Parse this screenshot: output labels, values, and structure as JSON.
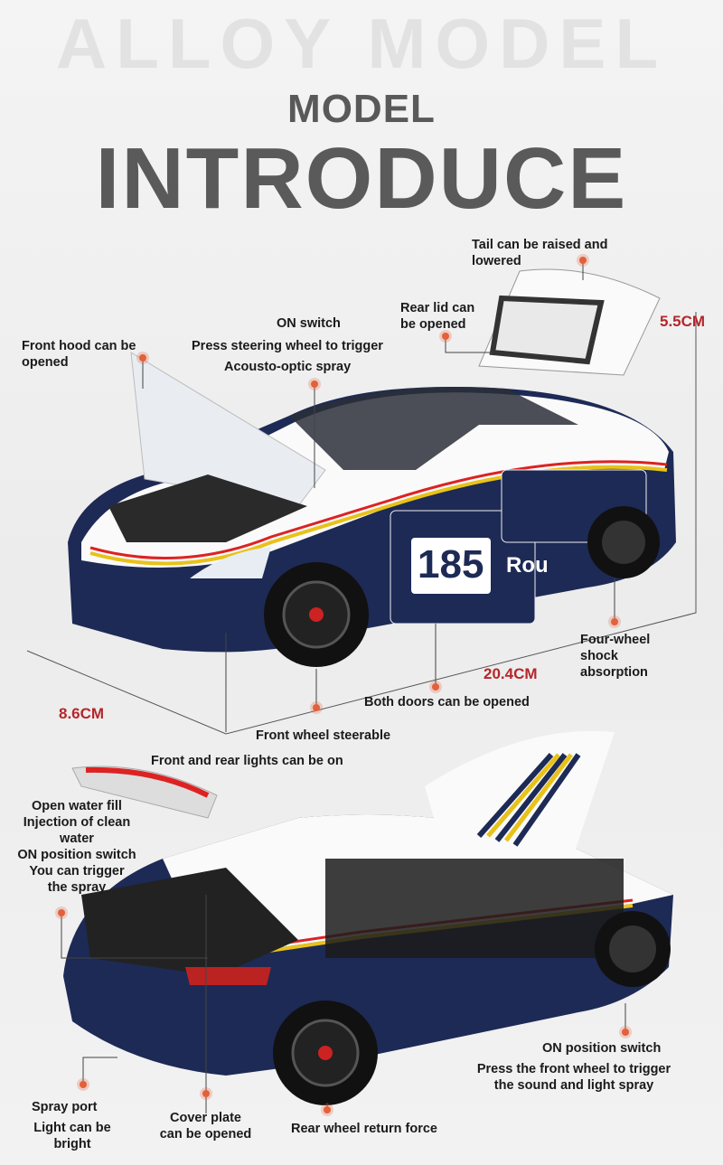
{
  "watermark": "ALLOY MODEL",
  "title_small": "MODEL",
  "title_large": "INTRODUCE",
  "car_number": "185",
  "car_text": "Rou",
  "dimensions": {
    "height": "5.5CM",
    "length": "20.4CM",
    "width": "8.6CM"
  },
  "top_labels": {
    "tail": [
      "Tail can be raised and",
      "lowered"
    ],
    "rear_lid": [
      "Rear lid can",
      "be opened"
    ],
    "on_switch": "ON switch",
    "press_wheel": "Press steering wheel to trigger",
    "acousto": "Acousto-optic spray",
    "front_hood": [
      "Front hood can be",
      "opened"
    ],
    "four_wheel": [
      "Four-wheel",
      "shock",
      "absorption"
    ],
    "doors": "Both doors can be opened",
    "front_wheel": "Front wheel steerable",
    "lights": "Front and rear lights can be on"
  },
  "bottom_labels": {
    "water": [
      "Open water fill",
      "Injection of clean",
      "water",
      "ON position switch",
      "You can trigger",
      "the spray"
    ],
    "on_pos": "ON position switch",
    "press_front": [
      "Press the front wheel to trigger",
      "the sound and light spray"
    ],
    "spray_port": "Spray port",
    "light_bright": [
      "Light can be",
      "bright"
    ],
    "cover": [
      "Cover plate",
      "can be opened"
    ],
    "rear_wheel": "Rear wheel return force"
  },
  "colors": {
    "navy": "#1d2a55",
    "accent": "#e2613a",
    "dim": "#b5262b"
  }
}
